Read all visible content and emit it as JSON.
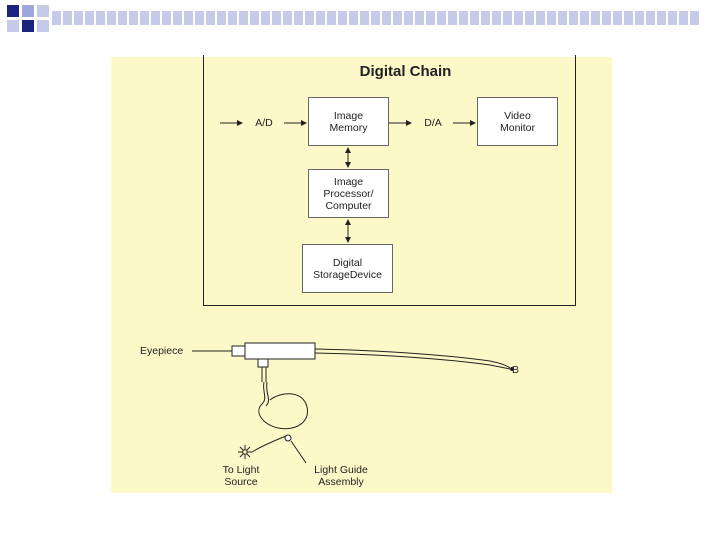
{
  "slide": {
    "accent_color": "#1a237e",
    "panel_color": "#fdf8c8"
  },
  "digital_chain": {
    "title": "Digital Chain",
    "blocks": {
      "ad": "A/D",
      "image_memory": "Image\nMemory",
      "da": "D/A",
      "video_monitor": "Video\nMonitor",
      "image_processor": "Image\nProcessor/\nComputer",
      "storage": "Digital\nStorageDevice"
    }
  },
  "endoscope": {
    "eyepiece": "Eyepiece",
    "tip": "B",
    "light_source": "To Light\nSource",
    "light_guide": "Light Guide\nAssembly"
  }
}
